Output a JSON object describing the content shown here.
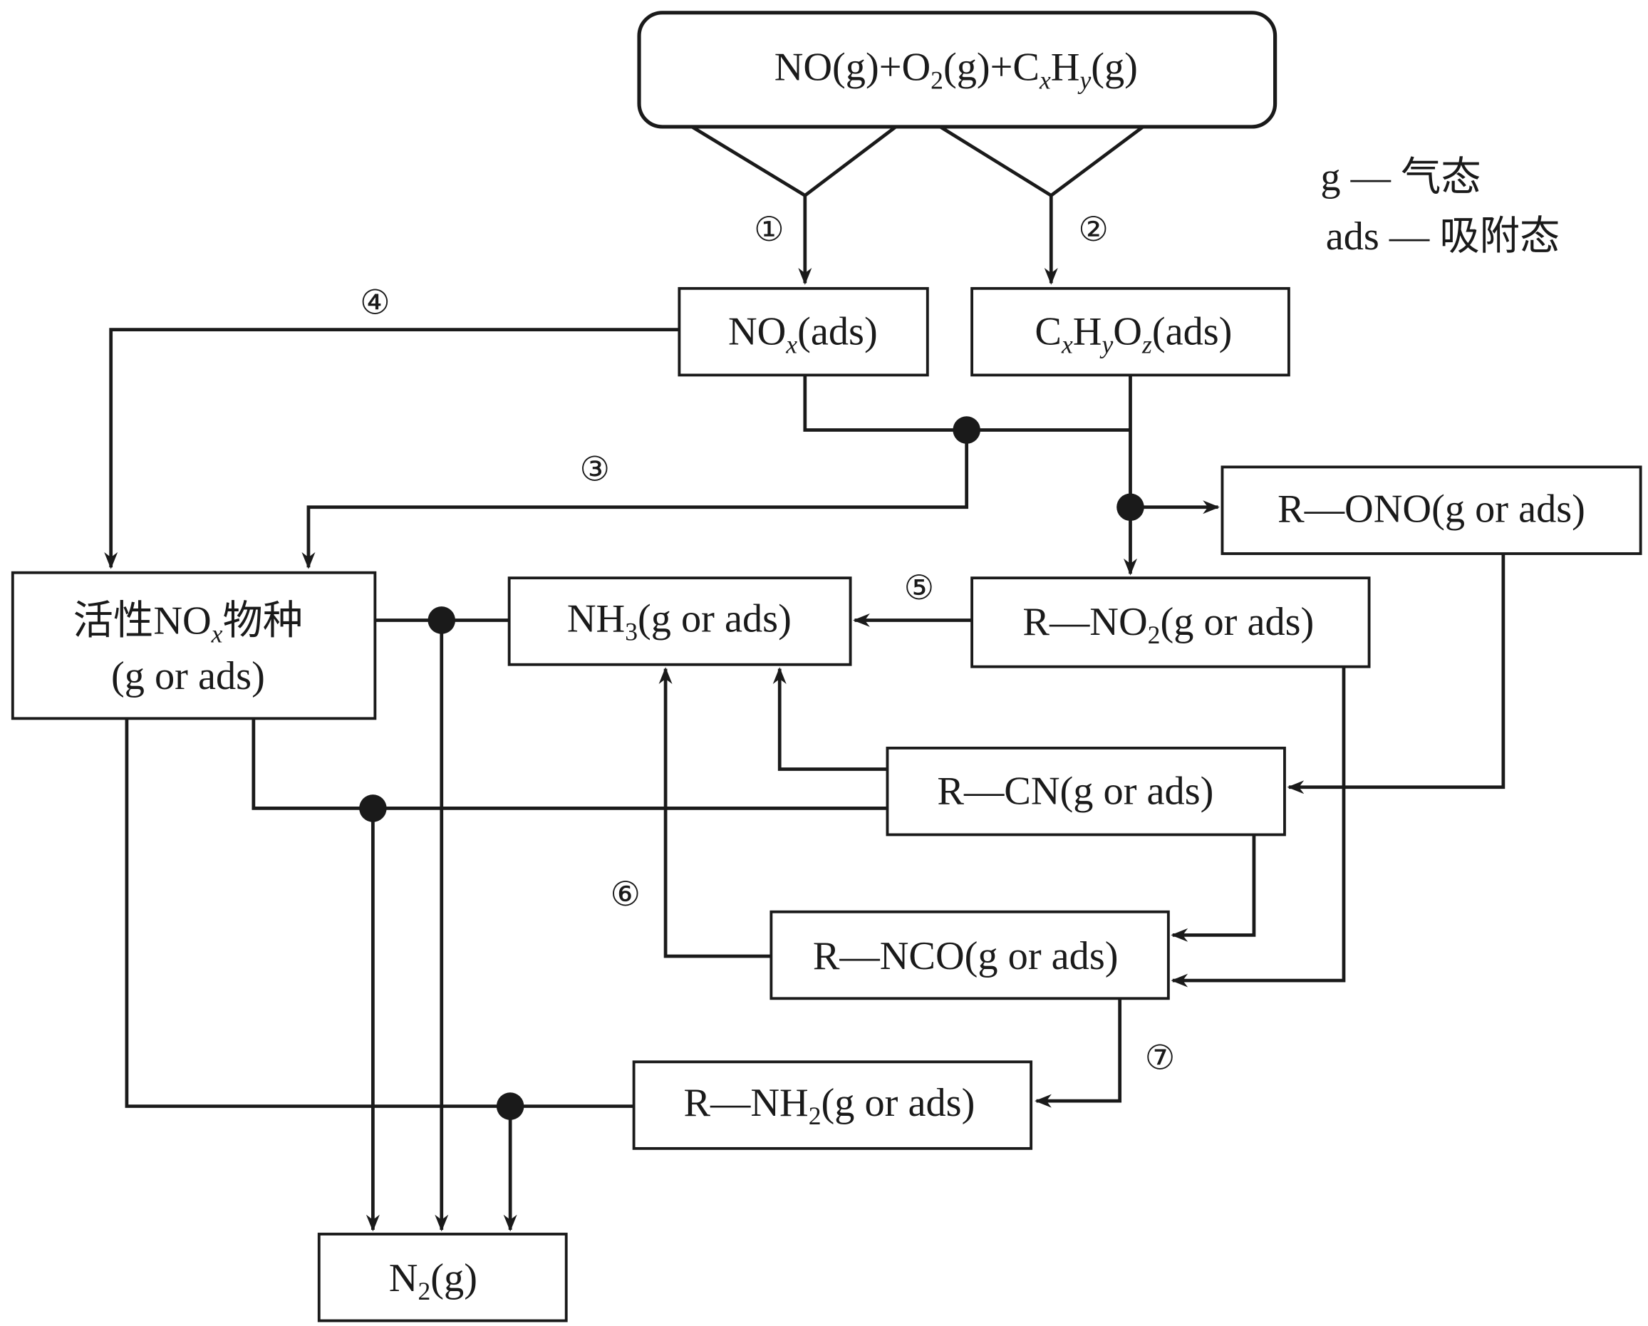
{
  "nodes": {
    "reactants": [
      "NO(g)+O",
      "2",
      "(g)+C",
      "x",
      "H",
      "y",
      "(g)"
    ],
    "nox_ads": [
      "NO",
      "x",
      "(ads)"
    ],
    "cxhyoz_ads": [
      "C",
      "x",
      "H",
      "y",
      "O",
      "z",
      "(ads)"
    ],
    "r_ono": "R—ONO(g or ads)",
    "active_nox": [
      "活性NO",
      "x",
      "物种",
      "(g or ads)"
    ],
    "nh3": [
      "NH",
      "3",
      "(g or ads)"
    ],
    "r_no2": [
      "R—NO",
      "2",
      "(g or ads)"
    ],
    "r_cn": "R—CN(g or ads)",
    "r_nco": "R—NCO(g or ads)",
    "r_nh2": [
      "R—NH",
      "2",
      "(g or ads)"
    ],
    "n2": [
      "N",
      "2",
      "(g)"
    ]
  },
  "steps": [
    "①",
    "②",
    "③",
    "④",
    "⑤",
    "⑥",
    "⑦"
  ],
  "legend": {
    "g": "g — 气态",
    "ads": "ads — 吸附态"
  }
}
